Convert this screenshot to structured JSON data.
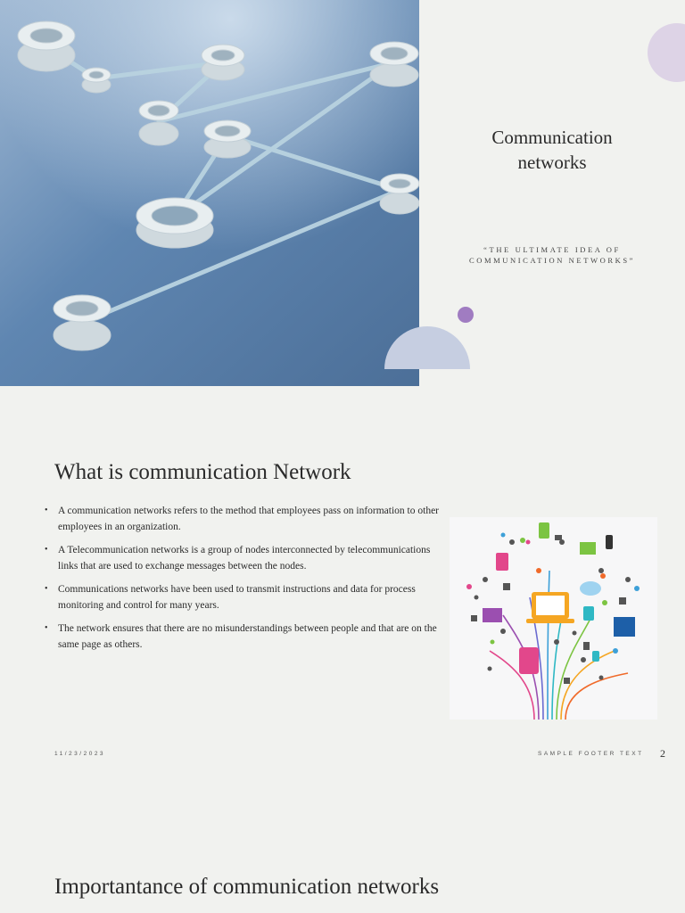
{
  "slide1": {
    "title": "Communication networks",
    "subtitle": "“THE ULTIMATE IDEA OF COMMUNICATION NETWORKS”"
  },
  "slide2": {
    "heading": "What is communication Network",
    "bullets": [
      "A communication networks refers to the method that employees pass on information to other employees in an  organization.",
      "A Telecommunication networks is a group of nodes interconnected by telecommunications links that are used to exchange messages between the nodes.",
      "Communications networks have been used to transmit instructions and data for process monitoring and control for many years.",
      "The network ensures that there are no misunderstandings between people and that are on the same page as others."
    ],
    "footer_date": "11/23/2023",
    "footer_text": "SAMPLE FOOTER TEXT",
    "page_number": "2"
  },
  "slide3": {
    "heading": "Importantance of communication networks"
  },
  "colors": {
    "accent_lavender": "#ddd3e6",
    "accent_purple": "#a07cc1",
    "accent_blue_grey": "#c6cee1",
    "background": "#f1f2ef"
  }
}
